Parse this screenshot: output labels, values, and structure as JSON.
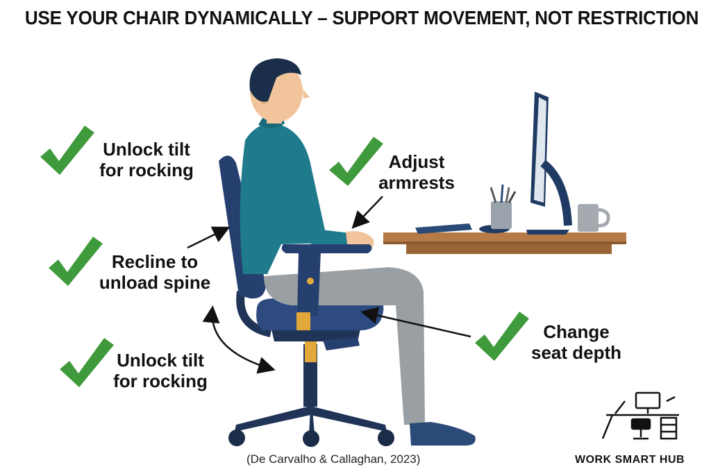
{
  "title": "USE YOUR CHAIR DYNAMICALLY – SUPPORT MOVEMENT, NOT RESTRICTION",
  "tips": {
    "top_left": {
      "line1": "Unlock tilt",
      "line2": "for rocking"
    },
    "middle_left": {
      "line1": "Recline to",
      "line2": "unload spine"
    },
    "bottom_left": {
      "line1": "Unlock tilt",
      "line2": "for rocking"
    },
    "armrests": {
      "line1": "Adjust",
      "line2": "armrests"
    },
    "seat_depth": {
      "line1": "Change",
      "line2": "seat depth"
    }
  },
  "citation": "(De Carvalho & Callaghan, 2023)",
  "brand": "WORK SMART HUB",
  "colors": {
    "check_green": "#3f9a3c",
    "shirt_teal": "#1f7a8c",
    "chair_navy": "#253f6e",
    "gas_lift_yellow": "#e3a83a",
    "pants_gray": "#9a9fa3",
    "skin": "#f2c49b",
    "hair": "#1b2f4a",
    "desk_wood": "#b57a45"
  },
  "icons": [
    "check-icon",
    "curved-arrow-icon",
    "pointer-arrow-icon",
    "work-smart-hub-logo-icon"
  ]
}
